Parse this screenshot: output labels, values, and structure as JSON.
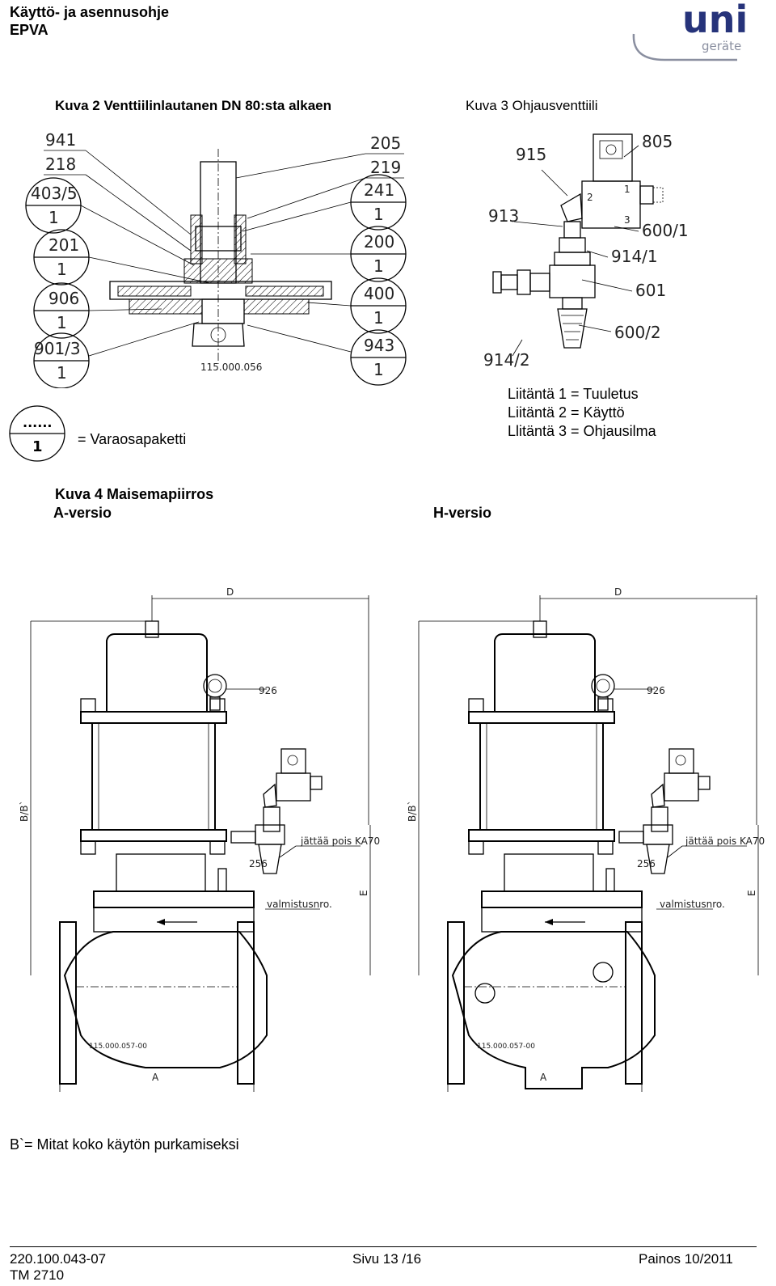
{
  "header": {
    "line1": "Käyttö- ja asennusohje",
    "line2": "EPVA",
    "logo_main": "uni",
    "logo_sub": "geräte"
  },
  "figure2": {
    "caption": "Kuva 2 Venttiilinlautanen DN 80:sta alkaen",
    "labels_left": [
      "941",
      "218",
      "403/5",
      "1",
      "201",
      "1",
      "906",
      "1",
      "901/3",
      "1"
    ],
    "labels_right": [
      "205",
      "219",
      "241",
      "1",
      "200",
      "1",
      "400",
      "1",
      "943",
      "1"
    ],
    "drawing_no": "115.000.056"
  },
  "figure3": {
    "caption": "Kuva 3 Ohjausventtiili",
    "labels": [
      "915",
      "805",
      "913",
      "600/1",
      "914/1",
      "601",
      "600/2",
      "914/2"
    ],
    "port_labels": [
      "2",
      "1",
      "3"
    ]
  },
  "legend": {
    "symbol_top": "......",
    "symbol_bottom": "1",
    "text": "= Varaosapaketti"
  },
  "connections": [
    "Liitäntä 1 = Tuuletus",
    "Liitäntä 2 = Käyttö",
    "Llitäntä 3 = Ohjausilma"
  ],
  "figure4": {
    "caption": "Kuva 4 Maisemapiirros",
    "version_a": "A-versio",
    "version_h": "H-versio",
    "dim_d": "D",
    "dim_a": "A",
    "dim_b": "B/B`",
    "dim_e": "E",
    "label_926": "926",
    "label_256": "256",
    "label_omit": "jättää pois KA70",
    "label_serial": "valmistusnro.",
    "drawing_no_a": "115.000.057-00",
    "drawing_no_h": "115.000.057-00"
  },
  "note": "B`= Mitat koko käytön purkamiseksi",
  "footer": {
    "doc_no": "220.100.043-07",
    "page": "Sivu 13 /16",
    "edition": "Painos 10/2011",
    "tm": "TM 2710"
  }
}
